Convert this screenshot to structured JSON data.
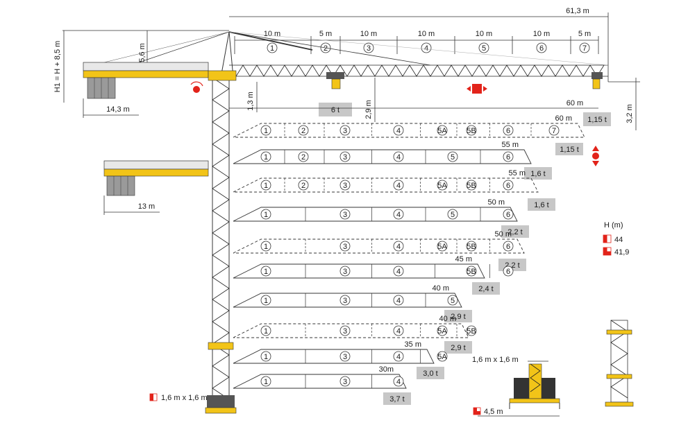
{
  "top": {
    "total_radius": "61,3 m",
    "height_label": "H1 = H + 8,5 m",
    "top_height": "5,6 m",
    "counter_jib_length": "14,3 m",
    "counter_jib_short_length": "13 m",
    "trolley_gap": "1,3 m",
    "hook_gap": "2,9 m",
    "tip_gap": "3,2 m",
    "max_load": "6 t",
    "tip_radius": "60 m",
    "tip_load": "1,15 t",
    "jib_sections": [
      {
        "length": "10 m",
        "num": "1"
      },
      {
        "length": "5 m",
        "num": "2"
      },
      {
        "length": "10 m",
        "num": "3"
      },
      {
        "length": "10 m",
        "num": "4"
      },
      {
        "length": "10 m",
        "num": "5"
      },
      {
        "length": "10 m",
        "num": "6"
      },
      {
        "length": "5 m",
        "num": "7"
      }
    ]
  },
  "configs": [
    {
      "style": "dashed",
      "radius": "60 m",
      "load": "1,15 t",
      "sections": [
        "1",
        "2",
        "3",
        "4",
        "5A",
        "5B",
        "6",
        "7"
      ]
    },
    {
      "style": "solid",
      "radius": "55 m",
      "load": "1,6 t",
      "sections": [
        "1",
        "2",
        "3",
        "4",
        "5",
        "6"
      ]
    },
    {
      "style": "dashed",
      "radius": "55 m",
      "load": "1,6 t",
      "sections": [
        "1",
        "2",
        "3",
        "4",
        "5A",
        "5B",
        "6"
      ]
    },
    {
      "style": "solid",
      "radius": "50 m",
      "load": "2,2 t",
      "sections": [
        "1",
        "3",
        "4",
        "5",
        "6"
      ]
    },
    {
      "style": "dashed",
      "radius": "50 m",
      "load": "2,2 t",
      "sections": [
        "1",
        "3",
        "4",
        "5A",
        "5B",
        "6"
      ]
    },
    {
      "style": "solid",
      "radius": "45 m",
      "load": "2,4 t",
      "sections": [
        "1",
        "3",
        "4",
        "5B",
        "6"
      ]
    },
    {
      "style": "solid",
      "radius": "40 m",
      "load": "2,9 t",
      "sections": [
        "1",
        "3",
        "4",
        "5"
      ]
    },
    {
      "style": "dashed",
      "radius": "40 m",
      "load": "2,9 t",
      "sections": [
        "1",
        "3",
        "4",
        "5A",
        "5B"
      ]
    },
    {
      "style": "solid",
      "radius": "35 m",
      "load": "3,0 t",
      "sections": [
        "1",
        "3",
        "4",
        "5A"
      ]
    },
    {
      "style": "solid",
      "radius": "30m",
      "load": "3,7 t",
      "sections": [
        "1",
        "3",
        "4"
      ]
    }
  ],
  "legend": {
    "title": "H (m)",
    "items": [
      {
        "value": "44"
      },
      {
        "value": "41,9"
      }
    ]
  },
  "bases": {
    "mast_section": "1,6 m x 1,6 m",
    "chassis_mast": "1,6 m x 1,6 m",
    "chassis_width": "4,5 m"
  },
  "colors": {
    "crane_yellow": "#f2c418",
    "load_box": "#c7c7c7",
    "marker_red": "#e2231a"
  }
}
